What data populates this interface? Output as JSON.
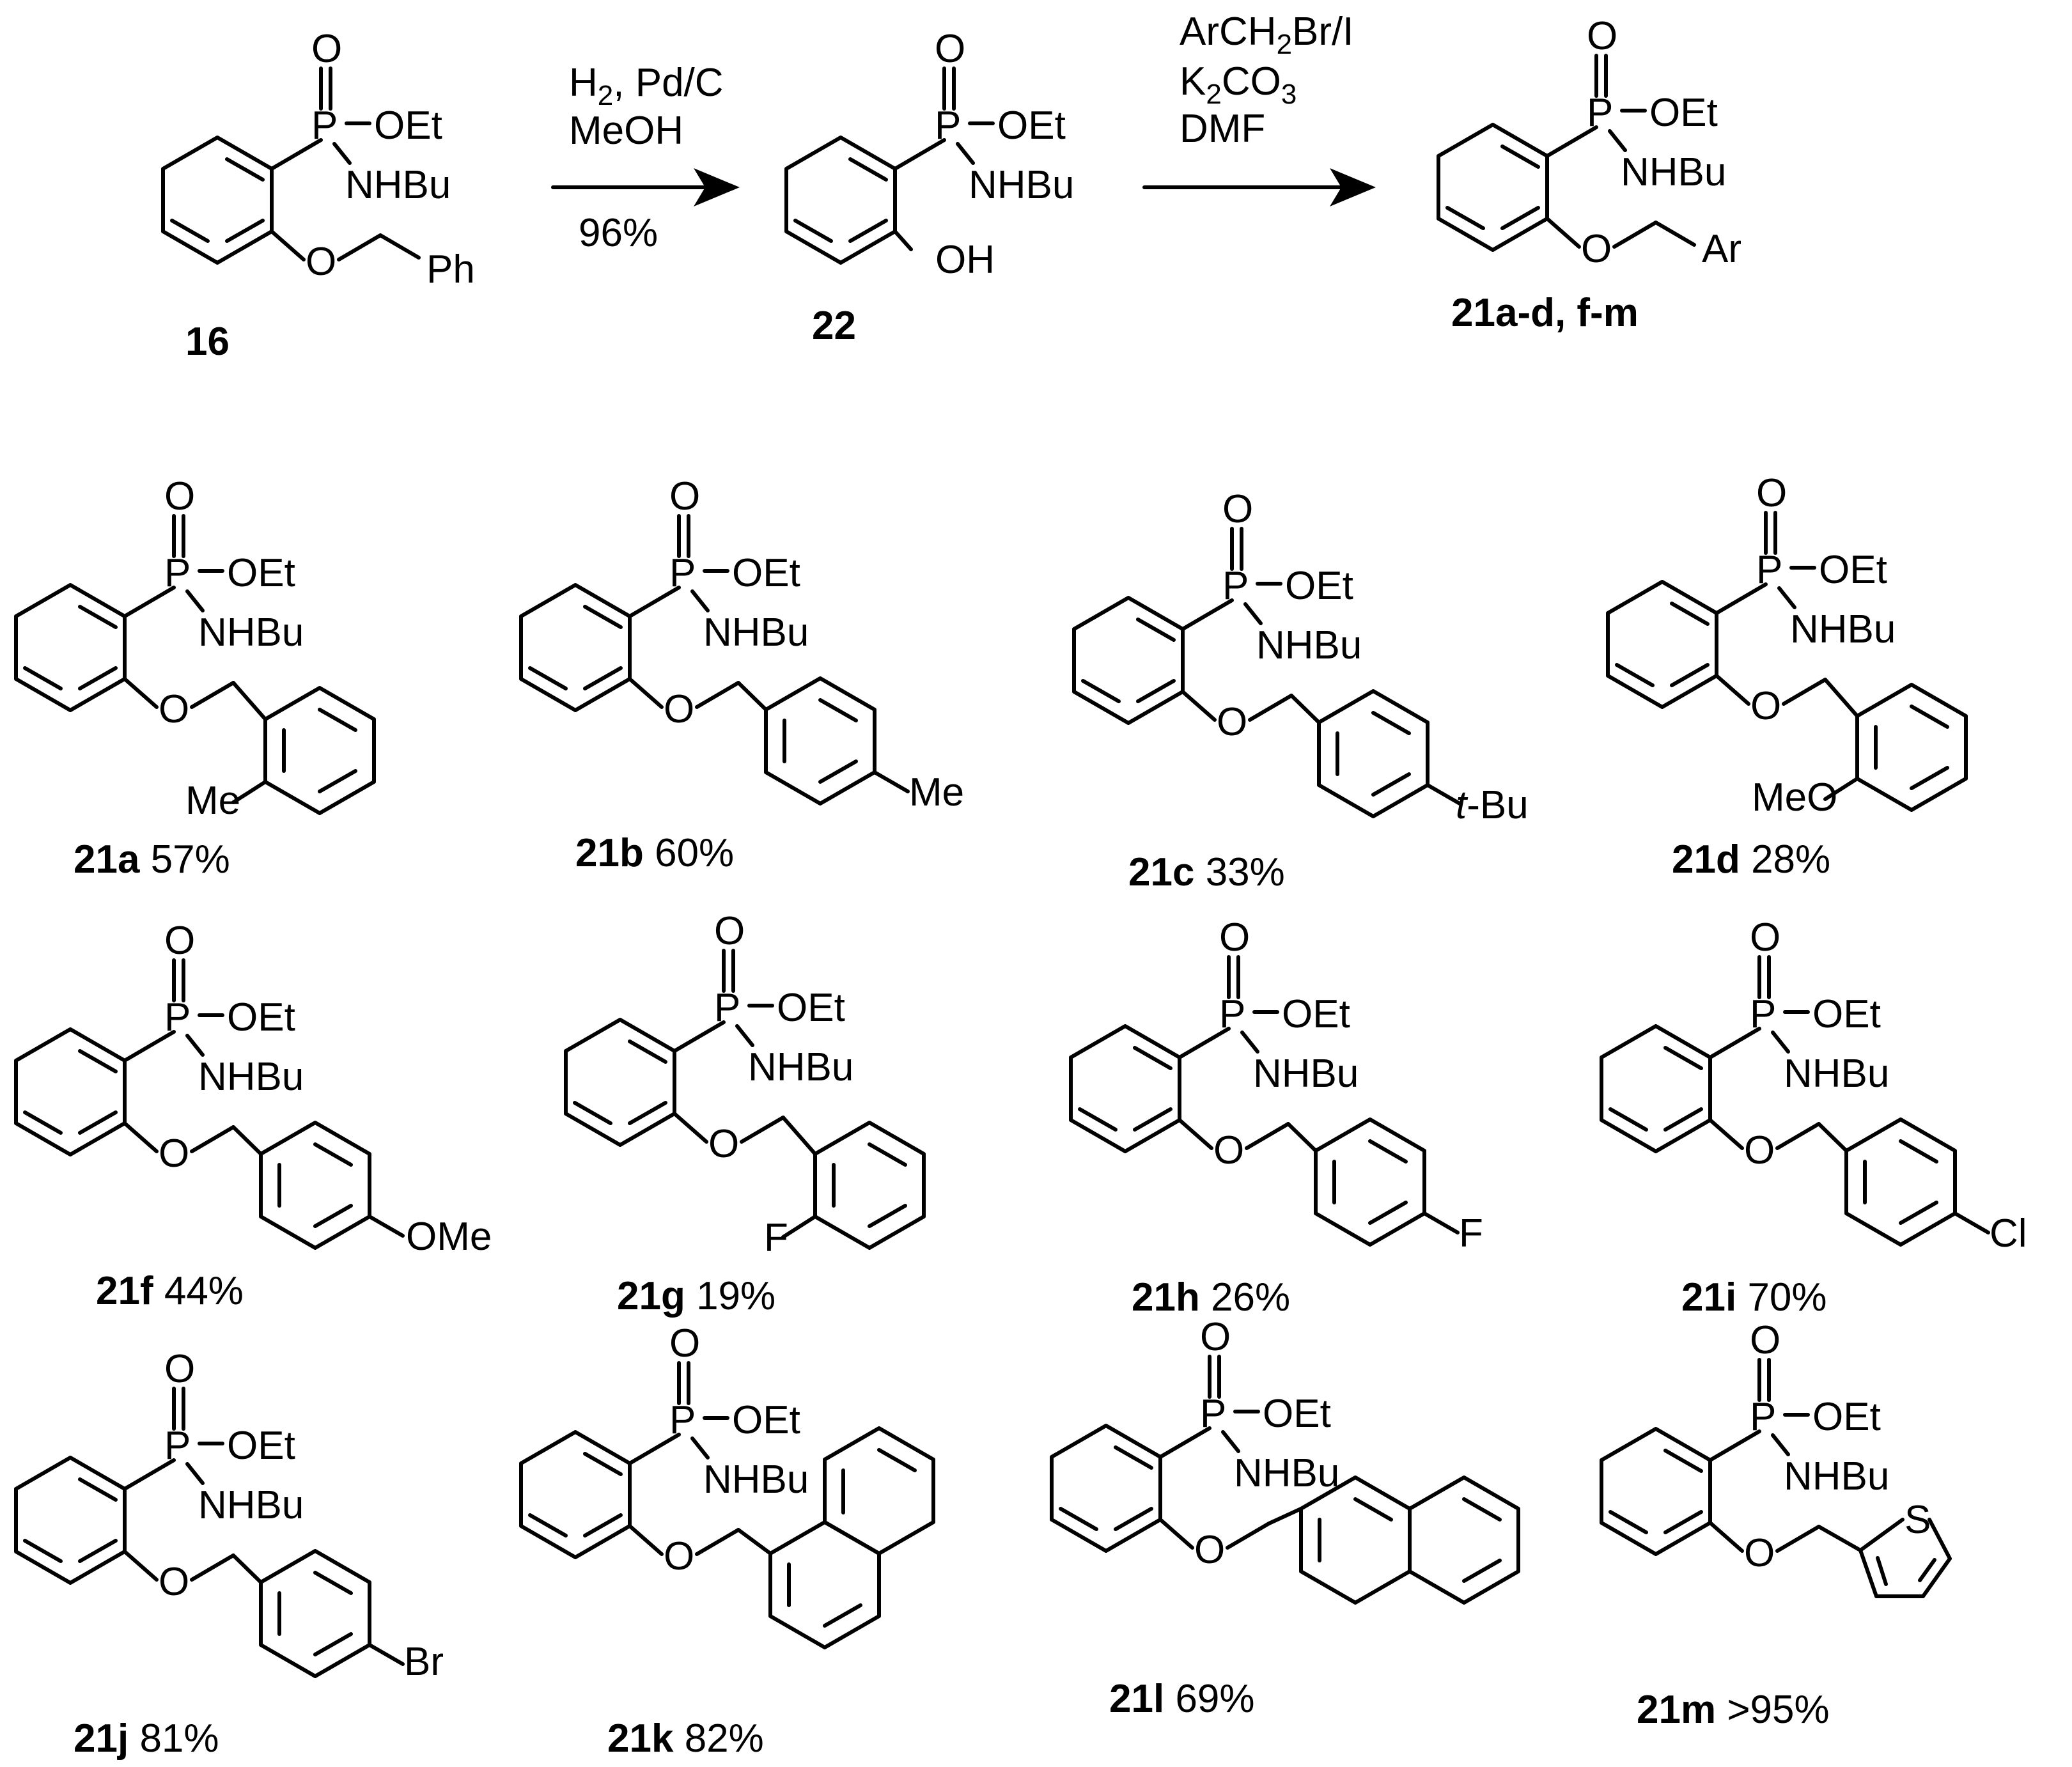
{
  "atoms": {
    "O": "O",
    "P": "P",
    "OEt": "OEt",
    "NHBu": "NHBu",
    "OH": "OH",
    "Ph": "Ph",
    "Ar": "Ar",
    "S": "S"
  },
  "top": {
    "c16": {
      "id": "16"
    },
    "c22": {
      "id": "22"
    },
    "c21": {
      "id": "21a-d, f-m"
    },
    "step1": {
      "line1": "H",
      "line1_sub": "2",
      "line1_rest": ", Pd/C",
      "line2": "MeOH",
      "yield": "96%"
    },
    "step2": {
      "line1": "ArCH",
      "line1_sub": "2",
      "line1_rest": "Br/I",
      "line2": "K",
      "line2_sub": "2",
      "line2_rest": "CO",
      "line2_sub2": "3",
      "line3": "DMF"
    }
  },
  "products": [
    {
      "id": "21a",
      "yield": "57%",
      "sub": "Me"
    },
    {
      "id": "21b",
      "yield": "60%",
      "sub": "Me"
    },
    {
      "id": "21c",
      "yield": "33%",
      "sub_it": "t",
      "sub": "-Bu"
    },
    {
      "id": "21d",
      "yield": "28%",
      "sub": "MeO"
    },
    {
      "id": "21f",
      "yield": "44%",
      "sub": "OMe"
    },
    {
      "id": "21g",
      "yield": "19%",
      "sub": "F"
    },
    {
      "id": "21h",
      "yield": "26%",
      "sub": "F"
    },
    {
      "id": "21i",
      "yield": "70%",
      "sub": "Cl"
    },
    {
      "id": "21j",
      "yield": "81%",
      "sub": "Br"
    },
    {
      "id": "21k",
      "yield": "82%"
    },
    {
      "id": "21l",
      "yield": "69%"
    },
    {
      "id": "21m",
      "yield": ">95%"
    }
  ]
}
